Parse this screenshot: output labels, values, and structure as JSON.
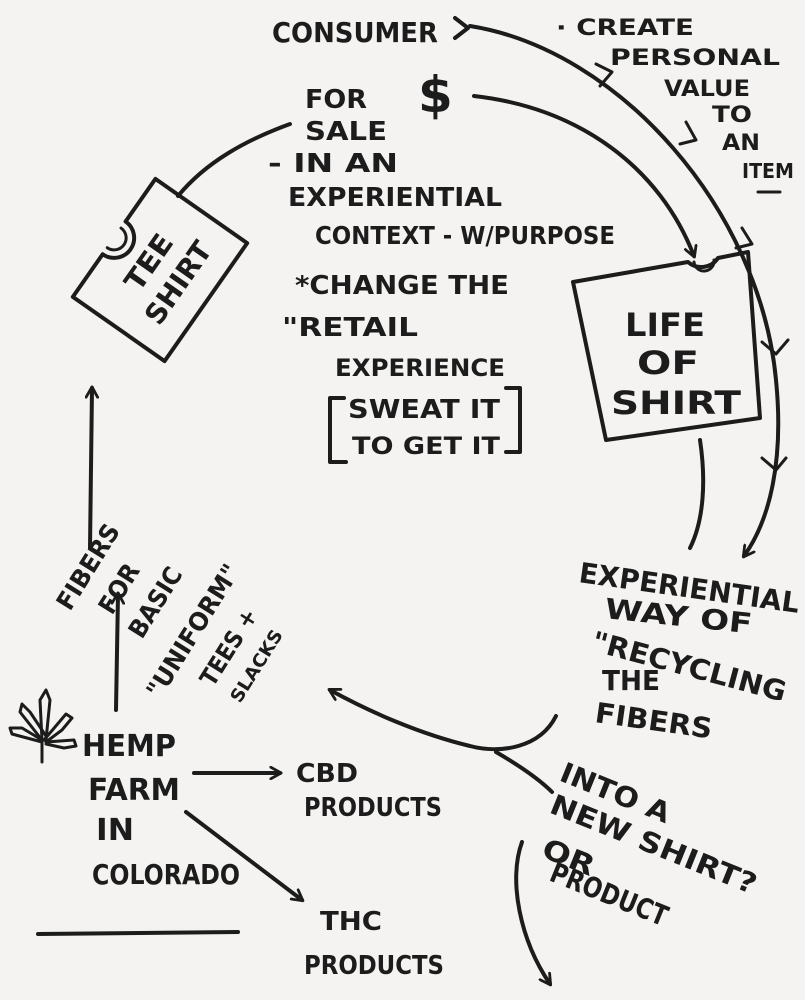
{
  "consumer": {
    "label": "CONSUMER",
    "dollar": "$",
    "notes": [
      "· CREATE",
      "PERSONAL",
      "VALUE",
      "TO",
      "AN",
      "ITEM"
    ]
  },
  "sale": {
    "lines": [
      "FOR",
      "SALE",
      "- IN AN",
      "EXPERIENTIAL",
      "CONTEXT - W/PURPOSE"
    ]
  },
  "retail": {
    "lines": [
      "*CHANGE THE",
      "\"RETAIL",
      "EXPERIENCE"
    ],
    "bracket_lines": [
      "SWEAT IT",
      "TO GET IT"
    ]
  },
  "tee_shirt": {
    "lines": [
      "TEE",
      "SHIRT"
    ]
  },
  "life_of_shirt": {
    "lines": [
      "LIFE",
      "OF",
      "SHIRT"
    ]
  },
  "recycling": {
    "lines": [
      "EXPERIENTIAL",
      "WAY OF",
      "\"RECYCLING",
      "THE",
      "FIBERS"
    ],
    "question_lines": [
      "INTO A",
      "NEW SHIRT?",
      "OR",
      "PRODUCT"
    ]
  },
  "fibers": {
    "lines": [
      "FIBERS",
      "FOR",
      "BASIC",
      "\"UNIFORM\"",
      "TEES +",
      "SLACKS"
    ]
  },
  "hemp_farm": {
    "lines": [
      "HEMP",
      "FARM",
      "IN",
      "COLORADO"
    ],
    "icon": "hemp-leaf-icon"
  },
  "products": {
    "cbd": [
      "CBD",
      "PRODUCTS"
    ],
    "thc": [
      "THC",
      "PRODUCTS"
    ]
  }
}
